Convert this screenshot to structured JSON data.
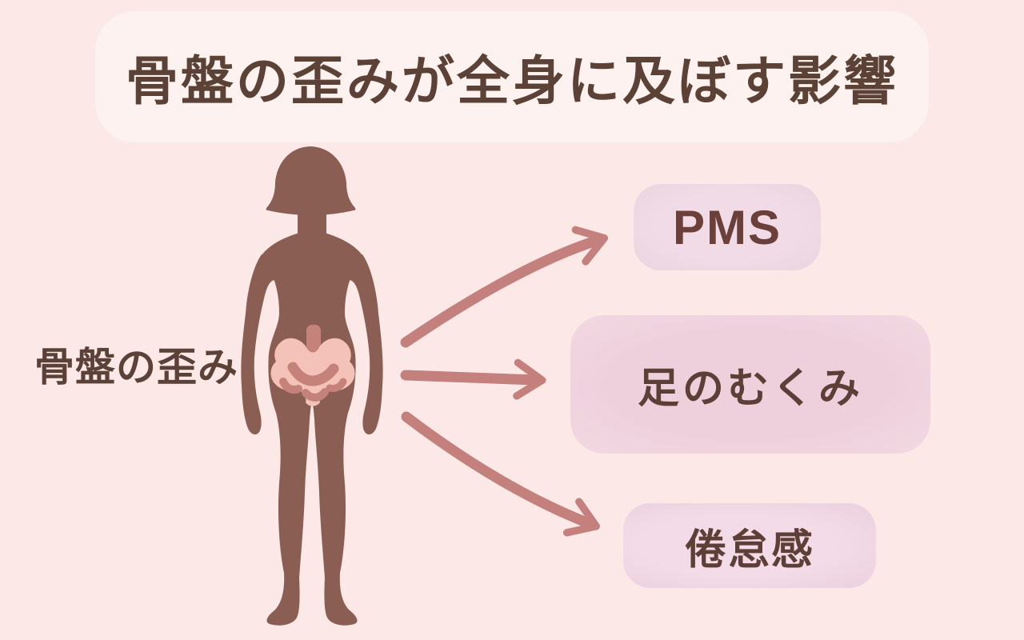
{
  "title": "骨盤の歪みが全身に及ぼす影響",
  "diagram": {
    "source": {
      "label": "骨盤の歪み"
    },
    "effects": [
      {
        "label": "PMS"
      },
      {
        "label": "足のむくみ"
      },
      {
        "label": "倦怠感"
      }
    ],
    "figure": {
      "description": "female-body-silhouette-front",
      "highlight": "pelvis"
    }
  },
  "colors": {
    "background": "#fce9e7",
    "title_box": "#fdf2ef",
    "text_brown": "#5c4136",
    "body_silhouette": "#8b5e54",
    "pelvis_light": "#f4c2b9",
    "pelvis_dark": "#c5827a",
    "arrow": "#c4807c",
    "effect_box_pink": "#eed5e2"
  }
}
